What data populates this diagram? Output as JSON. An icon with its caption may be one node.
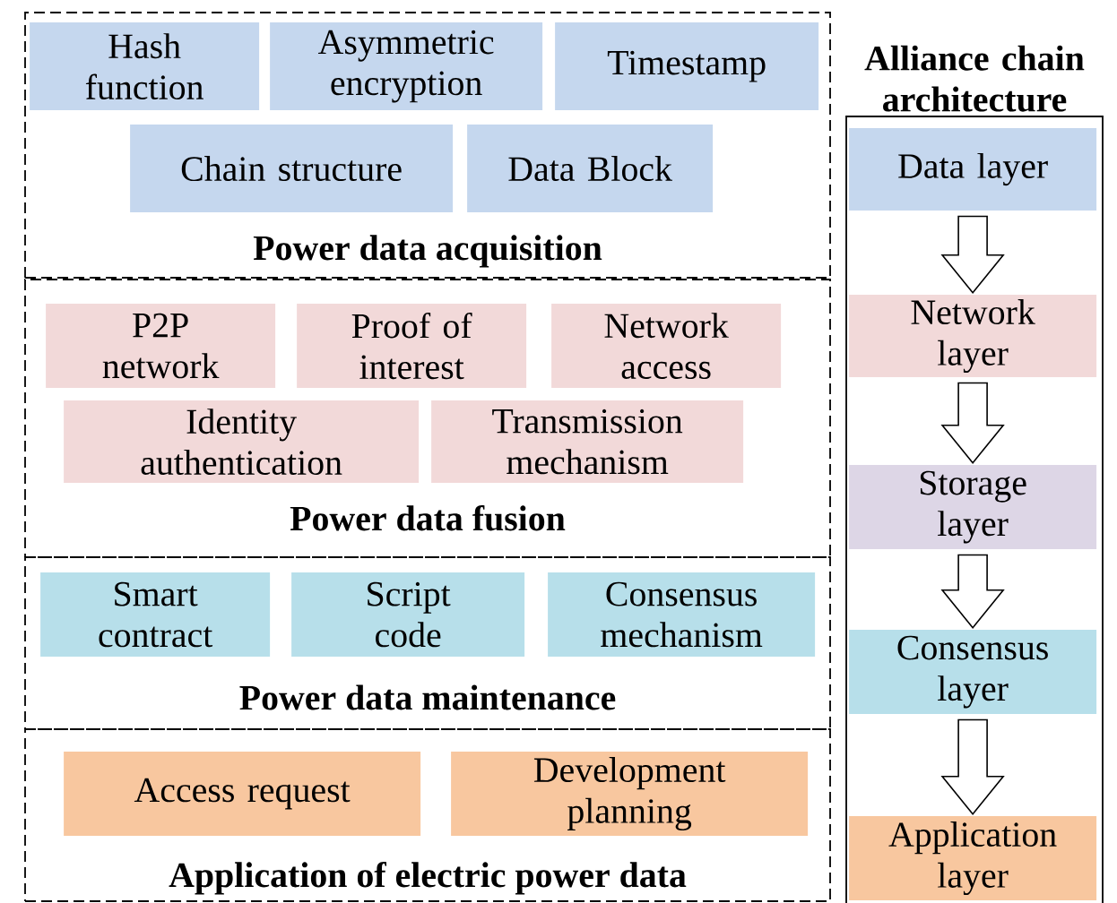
{
  "diagram": {
    "nodes": [
      {
        "text": [
          "Power data acquisition"
        ]
      },
      {
        "text": [
          "Hash function"
        ],
        "in": 0
      },
      {
        "text": [
          "Asymmetric encryption"
        ],
        "in": 0
      },
      {
        "text": [
          "Timestamp"
        ],
        "in": 0
      },
      {
        "text": [
          "Chain structure"
        ],
        "in": 0
      },
      {
        "text": [
          "Data Block"
        ],
        "in": 0
      },
      {
        "text": [
          "Power data fusion"
        ]
      },
      {
        "text": [
          "P2P network"
        ],
        "in": 6
      },
      {
        "text": [
          "Proof of interest"
        ],
        "in": 6
      },
      {
        "text": [
          "Network access"
        ],
        "in": 6
      },
      {
        "text": [
          "Identity authentication"
        ],
        "in": 6
      },
      {
        "text": [
          "Transmission mechanism"
        ],
        "in": 6
      },
      {
        "text": [
          "Power data maintenance"
        ]
      },
      {
        "text": [
          "Smart contract"
        ],
        "in": 12
      },
      {
        "text": [
          "Script code"
        ],
        "in": 12
      },
      {
        "text": [
          "Consensus mechanism"
        ],
        "in": 12
      },
      {
        "text": [
          "Application of electric power data"
        ]
      },
      {
        "text": [
          "Access request"
        ],
        "in": 16
      },
      {
        "text": [
          "Development planning"
        ],
        "in": 16
      },
      {
        "text": [
          "Alliance chain architecture"
        ]
      },
      {
        "text": [
          "Data layer"
        ],
        "in": 19
      },
      {
        "text": [
          "Network layer"
        ],
        "in": 19
      },
      {
        "text": [
          "Storage layer"
        ],
        "in": 19
      },
      {
        "text": [
          "Consensus layer"
        ],
        "in": 19
      },
      {
        "text": [
          "Application layer"
        ],
        "in": 19
      }
    ],
    "edges": [
      {
        "from": 20,
        "to": 21,
        "arrow": "to"
      },
      {
        "from": 21,
        "to": 22,
        "arrow": "to"
      },
      {
        "from": 22,
        "to": 23,
        "arrow": "to"
      },
      {
        "from": 23,
        "to": 24,
        "arrow": "to"
      }
    ]
  }
}
